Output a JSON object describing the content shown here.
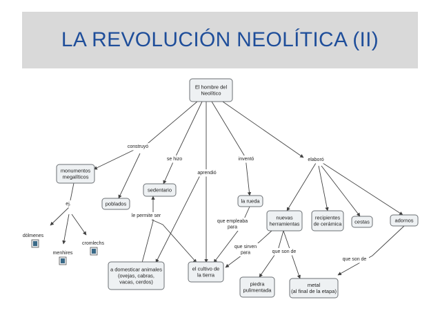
{
  "header": {
    "title": "LA REVOLUCIÓN NEOLÍTICA (II)"
  },
  "nodes": {
    "hombre": [
      "El hombre del",
      "Neolítico"
    ],
    "monumentos": [
      "monumentos",
      "megalíticos"
    ],
    "poblados": [
      "poblados"
    ],
    "sedentario": [
      "sedentario"
    ],
    "rueda": [
      "la rueda"
    ],
    "herramientas": [
      "nuevas",
      "herramientas"
    ],
    "recipientes": [
      "recipientes",
      "de cerámica"
    ],
    "cestas": [
      "cestas"
    ],
    "adornos": [
      "adornos"
    ],
    "domesticar": [
      "a domesticar animales",
      "(ovejas, cabras,",
      "vacas, cerdos)"
    ],
    "cultivo": [
      "el cultivo de",
      "la tierra"
    ],
    "piedra": [
      "piedra",
      "pulimentada"
    ],
    "metal": [
      "metal",
      "(al final de la etapa)"
    ]
  },
  "links": {
    "construyo": [
      "construyó"
    ],
    "se_hizo": [
      "se hizo"
    ],
    "aprendio": [
      "aprendió"
    ],
    "invento": [
      "inventó"
    ],
    "elaboro": [
      "elaboró"
    ],
    "ej": [
      "ej."
    ],
    "permite_ser": [
      "le permite ser"
    ],
    "empleaba": [
      "que empleaba",
      "para"
    ],
    "sirven": [
      "que sirven",
      "para"
    ],
    "son_de_1": [
      "que son de"
    ],
    "son_de_2": [
      "que son de"
    ]
  },
  "resources": {
    "dolmenes": [
      "dólmenes"
    ],
    "menhires": [
      "menhires"
    ],
    "cromlechs": [
      "cromlechs"
    ]
  }
}
